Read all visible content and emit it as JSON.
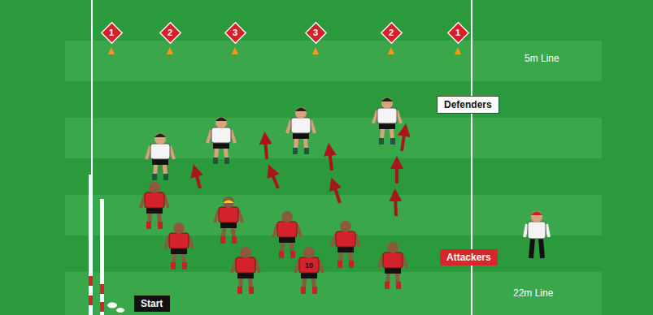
{
  "diagram": {
    "nodes": [
      {
        "text": [
          "1"
        ]
      },
      {
        "text": [
          "2"
        ]
      },
      {
        "text": [
          "3"
        ]
      },
      {
        "text": [
          "3"
        ]
      },
      {
        "text": [
          "2"
        ]
      },
      {
        "text": [
          "1"
        ]
      },
      {
        "text": [
          "Defenders"
        ]
      },
      {
        "text": [
          "Attackers"
        ]
      },
      {
        "text": [
          "Start"
        ]
      }
    ],
    "labels": [
      "5m Line",
      "22m Line",
      "10"
    ]
  }
}
